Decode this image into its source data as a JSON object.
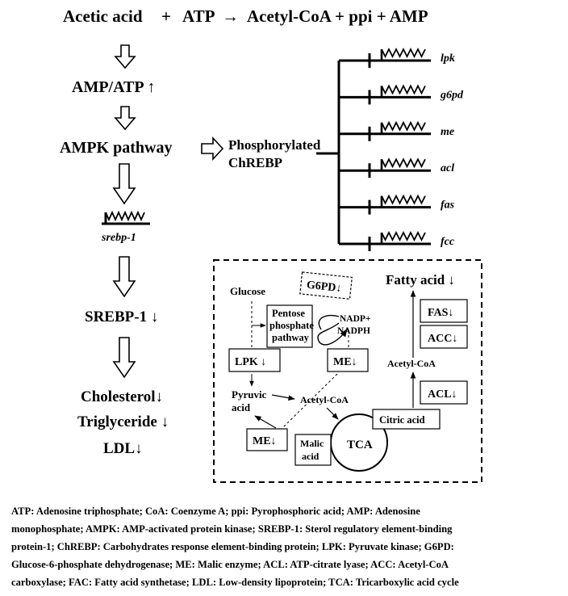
{
  "equation": {
    "reactant1": "Acetic acid",
    "plus1": "+",
    "reactant2": "ATP",
    "arrow": "→",
    "products": "Acetyl-CoA + ppi + AMP"
  },
  "left_column": {
    "amp_atp": "AMP/ATP ↑",
    "ampk": "AMPK pathway",
    "srebp_gene": "srebp-1",
    "srebp_protein": "SREBP-1 ↓",
    "cholesterol": "Cholesterol↓",
    "triglyceride": "Triglyceride ↓",
    "ldl": "LDL↓"
  },
  "chrebp": {
    "line1": "Phosphorylated",
    "line2": "ChREBP"
  },
  "target_genes": [
    "lpk",
    "g6pd",
    "me",
    "acl",
    "fas",
    "fcc"
  ],
  "pathway_box": {
    "fatty_acid": "Fatty acid ↓",
    "glucose": "Glucose",
    "g6pd": "G6PD↓",
    "ppp_line1": "Pentose",
    "ppp_line2": "phosphate",
    "ppp_line3": "pathway",
    "nadp": "NADP+",
    "nadph": "NADPH",
    "fas": "FAS↓",
    "acc": "ACC↓",
    "acetyl_coa_right": "Acetyl-CoA",
    "lpk": "LPK ↓",
    "me_top": "ME↓",
    "acl": "ACL↓",
    "pyruvic_line1": "Pyruvic",
    "pyruvic_line2": "acid",
    "acetyl_coa_mid": "Acetyl-CoA",
    "citric": "Citric acid",
    "me_bottom": "ME↓",
    "malic_line1": "Malic",
    "malic_line2": "acid",
    "tca": "TCA"
  },
  "legend": {
    "lines": [
      "ATP: Adenosine triphosphate; CoA: Coenzyme A; ppi: Pyrophosphoric acid; AMP: Adenosine",
      "monophosphate; AMPK: AMP-activated protein kinase; SREBP-1: Sterol regulatory element-binding",
      "protein-1; ChREBP: Carbohydrates response element-binding protein; LPK: Pyruvate kinase; G6PD:",
      "Glucose-6-phosphate dehydrogenase; ME: Malic enzyme; ACL: ATP-citrate lyase; ACC: Acetyl-CoA",
      "carboxylase; FAC: Fatty acid synthetase; LDL: Low-density lipoprotein; TCA: Tricarboxylic acid cycle"
    ]
  }
}
